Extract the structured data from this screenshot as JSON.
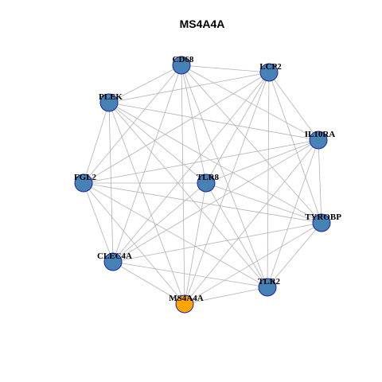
{
  "title": "MS4A4A",
  "colors": {
    "node_fill": "#4682B4",
    "node_stroke": "#1F1FA8",
    "hub_fill": "#FFA500",
    "edge": "#B3B3B3"
  },
  "nodes": [
    {
      "id": "CD68",
      "label": "CD68",
      "hub": false
    },
    {
      "id": "LCP2",
      "label": "LCP2",
      "hub": false
    },
    {
      "id": "PLEK",
      "label": "PLEK",
      "hub": false
    },
    {
      "id": "IL10RA",
      "label": "IL10RA",
      "hub": false
    },
    {
      "id": "FGL2",
      "label": "FGL2",
      "hub": false
    },
    {
      "id": "TLR8",
      "label": "TLR8",
      "hub": false
    },
    {
      "id": "TYROBP",
      "label": "TYROBP",
      "hub": false
    },
    {
      "id": "CLEC4A",
      "label": "CLEC4A",
      "hub": false
    },
    {
      "id": "TLR2",
      "label": "TLR2",
      "hub": false
    },
    {
      "id": "MS4A4A",
      "label": "MS4A4A",
      "hub": true
    }
  ],
  "edges": [
    [
      "CD68",
      "PLEK"
    ],
    [
      "CD68",
      "LCP2"
    ],
    [
      "CD68",
      "IL10RA"
    ],
    [
      "CD68",
      "FGL2"
    ],
    [
      "CD68",
      "TLR8"
    ],
    [
      "CD68",
      "TYROBP"
    ],
    [
      "CD68",
      "CLEC4A"
    ],
    [
      "CD68",
      "TLR2"
    ],
    [
      "CD68",
      "MS4A4A"
    ],
    [
      "LCP2",
      "PLEK"
    ],
    [
      "LCP2",
      "IL10RA"
    ],
    [
      "LCP2",
      "FGL2"
    ],
    [
      "LCP2",
      "TLR8"
    ],
    [
      "LCP2",
      "TYROBP"
    ],
    [
      "LCP2",
      "CLEC4A"
    ],
    [
      "LCP2",
      "TLR2"
    ],
    [
      "LCP2",
      "MS4A4A"
    ],
    [
      "PLEK",
      "IL10RA"
    ],
    [
      "PLEK",
      "FGL2"
    ],
    [
      "PLEK",
      "TLR8"
    ],
    [
      "PLEK",
      "TYROBP"
    ],
    [
      "PLEK",
      "CLEC4A"
    ],
    [
      "PLEK",
      "TLR2"
    ],
    [
      "PLEK",
      "MS4A4A"
    ],
    [
      "IL10RA",
      "FGL2"
    ],
    [
      "IL10RA",
      "TLR8"
    ],
    [
      "IL10RA",
      "TYROBP"
    ],
    [
      "IL10RA",
      "CLEC4A"
    ],
    [
      "IL10RA",
      "TLR2"
    ],
    [
      "IL10RA",
      "MS4A4A"
    ],
    [
      "FGL2",
      "TLR8"
    ],
    [
      "FGL2",
      "TYROBP"
    ],
    [
      "FGL2",
      "CLEC4A"
    ],
    [
      "FGL2",
      "TLR2"
    ],
    [
      "FGL2",
      "MS4A4A"
    ],
    [
      "TLR8",
      "TYROBP"
    ],
    [
      "TLR8",
      "CLEC4A"
    ],
    [
      "TLR8",
      "TLR2"
    ],
    [
      "TLR8",
      "MS4A4A"
    ],
    [
      "TYROBP",
      "CLEC4A"
    ],
    [
      "TYROBP",
      "TLR2"
    ],
    [
      "TYROBP",
      "MS4A4A"
    ],
    [
      "CLEC4A",
      "TLR2"
    ],
    [
      "CLEC4A",
      "MS4A4A"
    ],
    [
      "TLR2",
      "MS4A4A"
    ]
  ]
}
